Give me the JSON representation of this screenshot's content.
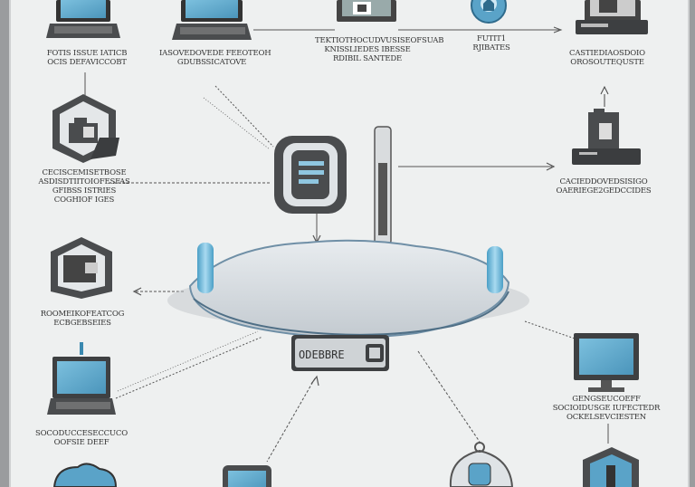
{
  "labels": {
    "top_left_1": [
      "FOTIS ISSUE IATICB",
      "OCIS DEFAVICCOBT"
    ],
    "top_left_2": [
      "IASOVEDOVEDE FEEOTEOH",
      "GDUBSSICATOVE"
    ],
    "top_center": [
      "TEKTIOTHOCUDVUSISEOFSUAB",
      "KNISSLIEDES IBESSE",
      "RDIBIL SANTEDE"
    ],
    "top_center_right": [
      "FUTIT1",
      "RJIBATES"
    ],
    "top_right": [
      "CASTIEDIAOSDOIO",
      "OROSOUTEQUSTE"
    ],
    "left_mid": [
      "CECISCEMISETBOSE",
      "ASDISDTIITOIOFESFAS",
      "GFIBSS ISTRIES",
      "COGHIOF IGES"
    ],
    "right_mid": [
      "CACIEDDOVEDSISIGO",
      "OAERIEGE2GEDCCIDES"
    ],
    "left_low": [
      "ROOMEIKOFEATCOG",
      "ECBGEBSEIES"
    ],
    "left_bottom": [
      "SOCODUCCESECCUCO",
      "OOFSIE DEEF"
    ],
    "right_low": [
      "GENGSEUCOEFF",
      "SOCIOIDUSGE IUFECTEDR",
      "OCKELSEVCIESTEN"
    ],
    "router_display": "ODEBBRE"
  },
  "colors": {
    "screen": "#5ea9cc",
    "device_dark": "#4a4c4e",
    "router_body": "#d5dade",
    "router_outline": "#6f8fa6",
    "antenna_blue": "#6fb6d6",
    "line": "#555555"
  }
}
